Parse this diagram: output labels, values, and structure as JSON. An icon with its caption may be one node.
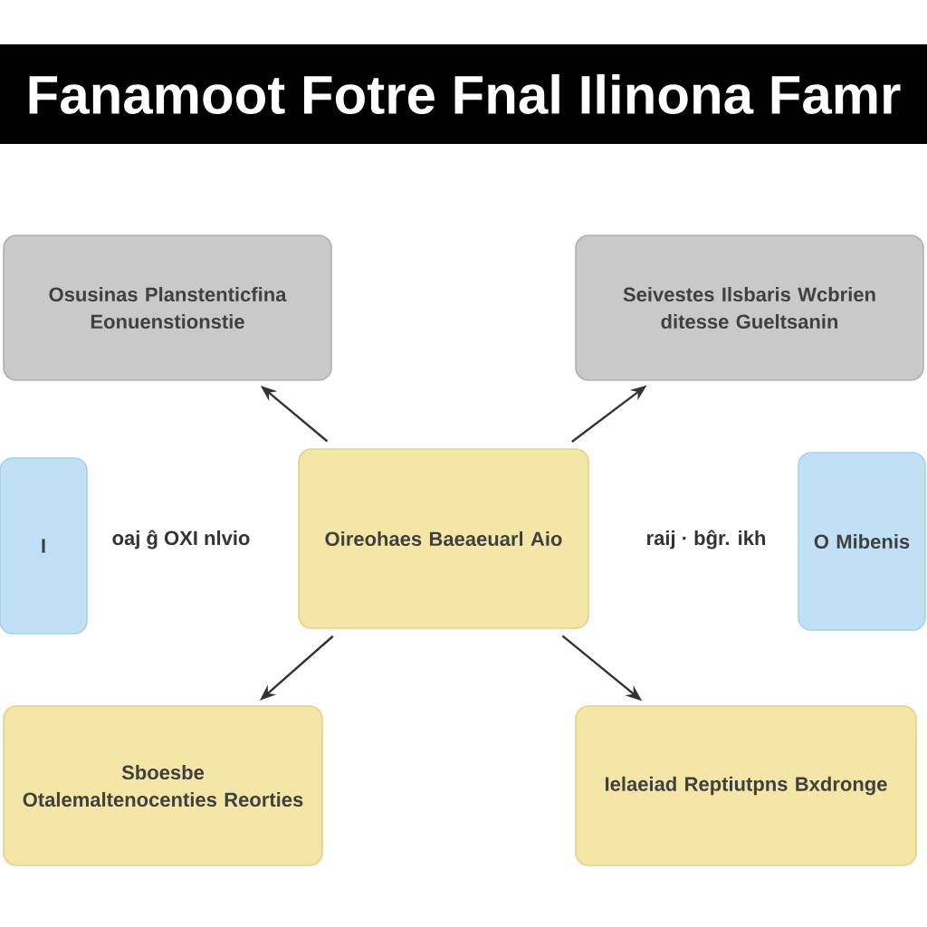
{
  "diagram": {
    "title": "Fanamoot Fotre Fnal Ilinona Famr",
    "nodes": [
      {
        "text": [
          "Osusinas Planstenticfina Eonuenstionstie"
        ]
      },
      {
        "text": [
          "Seivestes Ilsbaris Wcbrien ditesse Gueltsanin"
        ]
      },
      {
        "text": [
          "I"
        ]
      },
      {
        "text": [
          "Oireohaes Baeaeuarl Aio"
        ]
      },
      {
        "text": [
          "O Mibenis"
        ]
      },
      {
        "text": [
          "Sboesbe Otalemaltenocenties Reorties"
        ]
      },
      {
        "text": [
          "Ielaeiad Reptiutpns Bxdronge"
        ]
      }
    ],
    "edges": [
      {
        "from": 3,
        "to": 0,
        "arrow": "to"
      },
      {
        "from": 3,
        "to": 1,
        "arrow": "to"
      },
      {
        "from": 3,
        "to": 5,
        "arrow": "to"
      },
      {
        "from": 3,
        "to": 6,
        "arrow": "to"
      }
    ],
    "labels": [
      "oaj ĝ OXI nlvio",
      "raij · bĝr. ikh"
    ]
  }
}
